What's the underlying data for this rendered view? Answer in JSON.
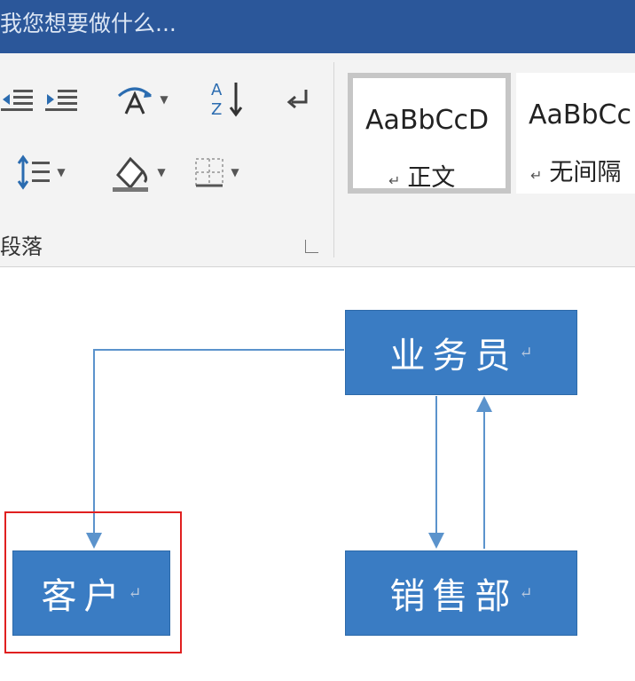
{
  "titlebar": {
    "tell_me": "我您想要做什么...",
    "background": "#2b579a"
  },
  "ribbon": {
    "paragraph_group": {
      "label": "段落",
      "icons": [
        "decrease-indent-icon",
        "increase-indent-icon",
        "chinese-layout-icon",
        "sort-icon",
        "show-marks-icon",
        "line-spacing-icon",
        "shading-icon",
        "borders-icon"
      ]
    },
    "styles": [
      {
        "sample": "AaBbCcD",
        "name": "正文",
        "mark": "↵",
        "selected": true
      },
      {
        "sample": "AaBbCc",
        "name": "无间隔",
        "mark": "↵",
        "selected": false
      }
    ]
  },
  "diagram": {
    "box_color": "#3a7cc3",
    "highlight_color": "#e02020",
    "nodes": {
      "salesman": "业务员",
      "customer": "客户",
      "sales_dept": "销售部",
      "return_mark": "↵"
    }
  }
}
